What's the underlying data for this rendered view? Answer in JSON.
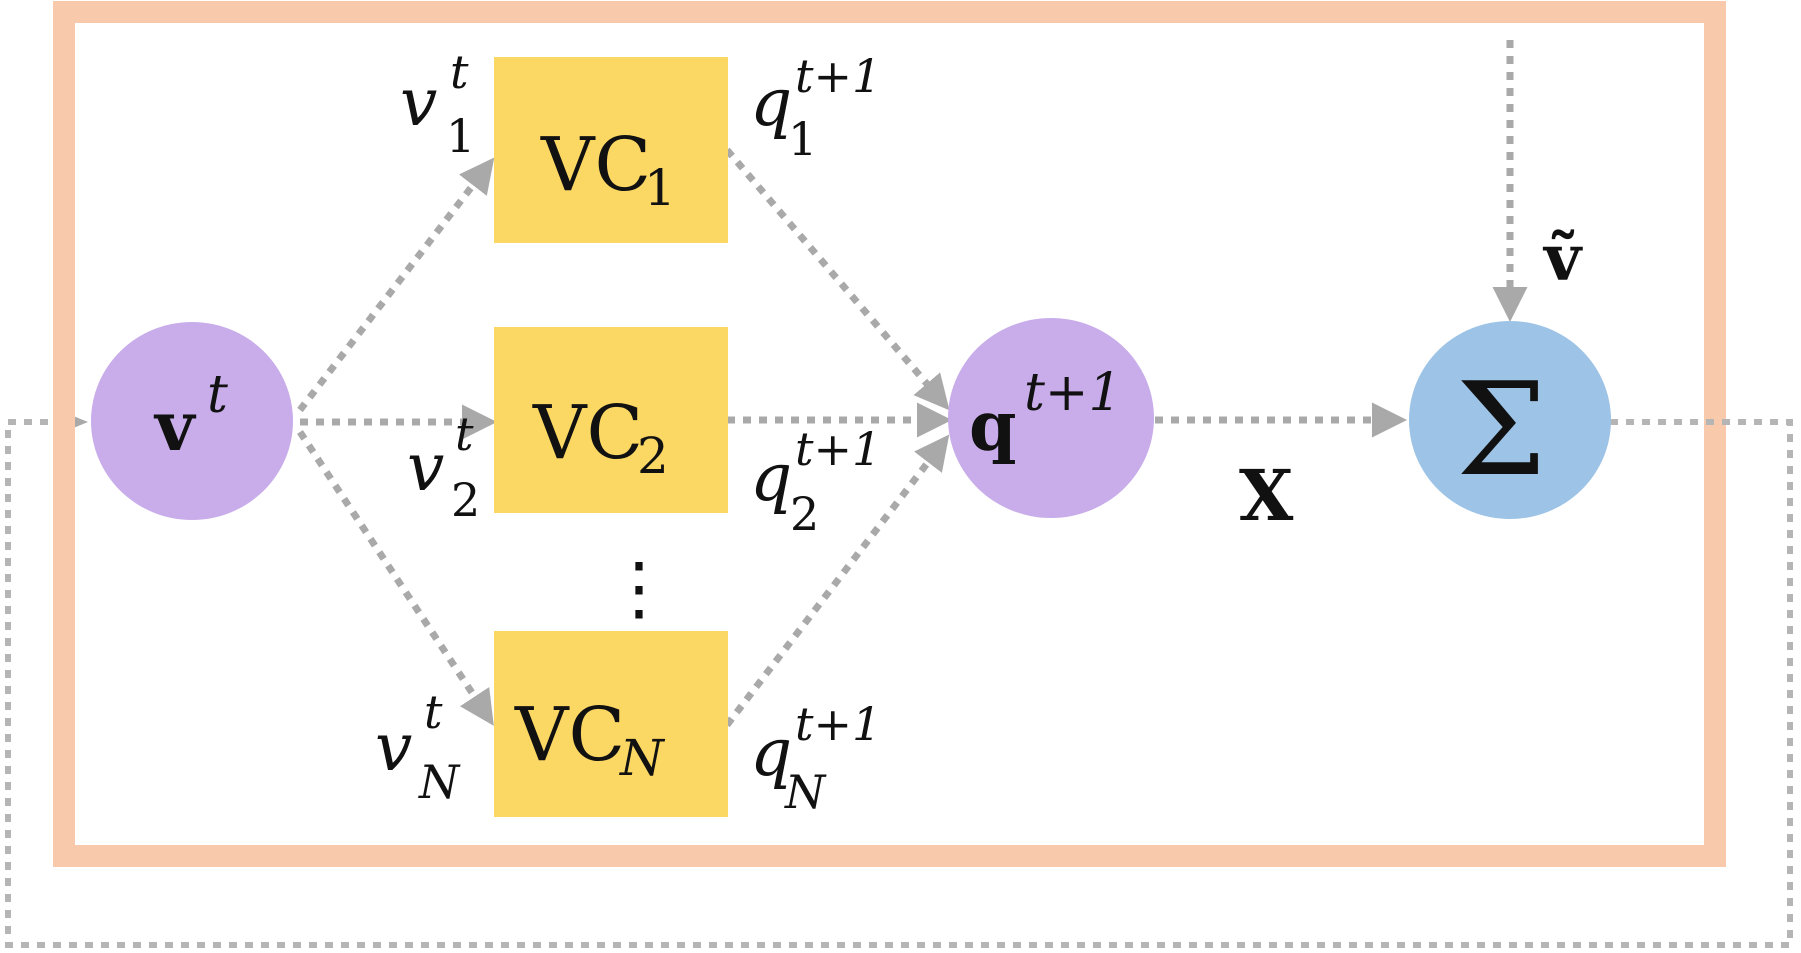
{
  "colors": {
    "frame": "#f8c9ab",
    "vc_box": "#fbd763",
    "node_purple": "#c8adea",
    "node_blue": "#9dc3e6",
    "arrow_gray": "#a9a9a9"
  },
  "nodes": {
    "v_main": "v",
    "v_sup": "t",
    "q_main": "q",
    "q_sup": "t+1",
    "sum_symbol": "Σ",
    "x_label": "X",
    "v_tilde": "ṽ"
  },
  "boxes": [
    {
      "main": "VC",
      "sub": "1"
    },
    {
      "main": "VC",
      "sub": "2"
    },
    {
      "main": "VC",
      "sub": "N"
    }
  ],
  "input_labels": [
    {
      "base": "v",
      "sup": "t",
      "sub": "1"
    },
    {
      "base": "v",
      "sup": "t",
      "sub": "2"
    },
    {
      "base": "v",
      "sup": "t",
      "sub": "N"
    }
  ],
  "output_labels": [
    {
      "base": "q",
      "sup": "t+1",
      "sub": "1"
    },
    {
      "base": "q",
      "sup": "t+1",
      "sub": "2"
    },
    {
      "base": "q",
      "sup": "t+1",
      "sub": "N"
    }
  ],
  "ellipsis": "⋮"
}
